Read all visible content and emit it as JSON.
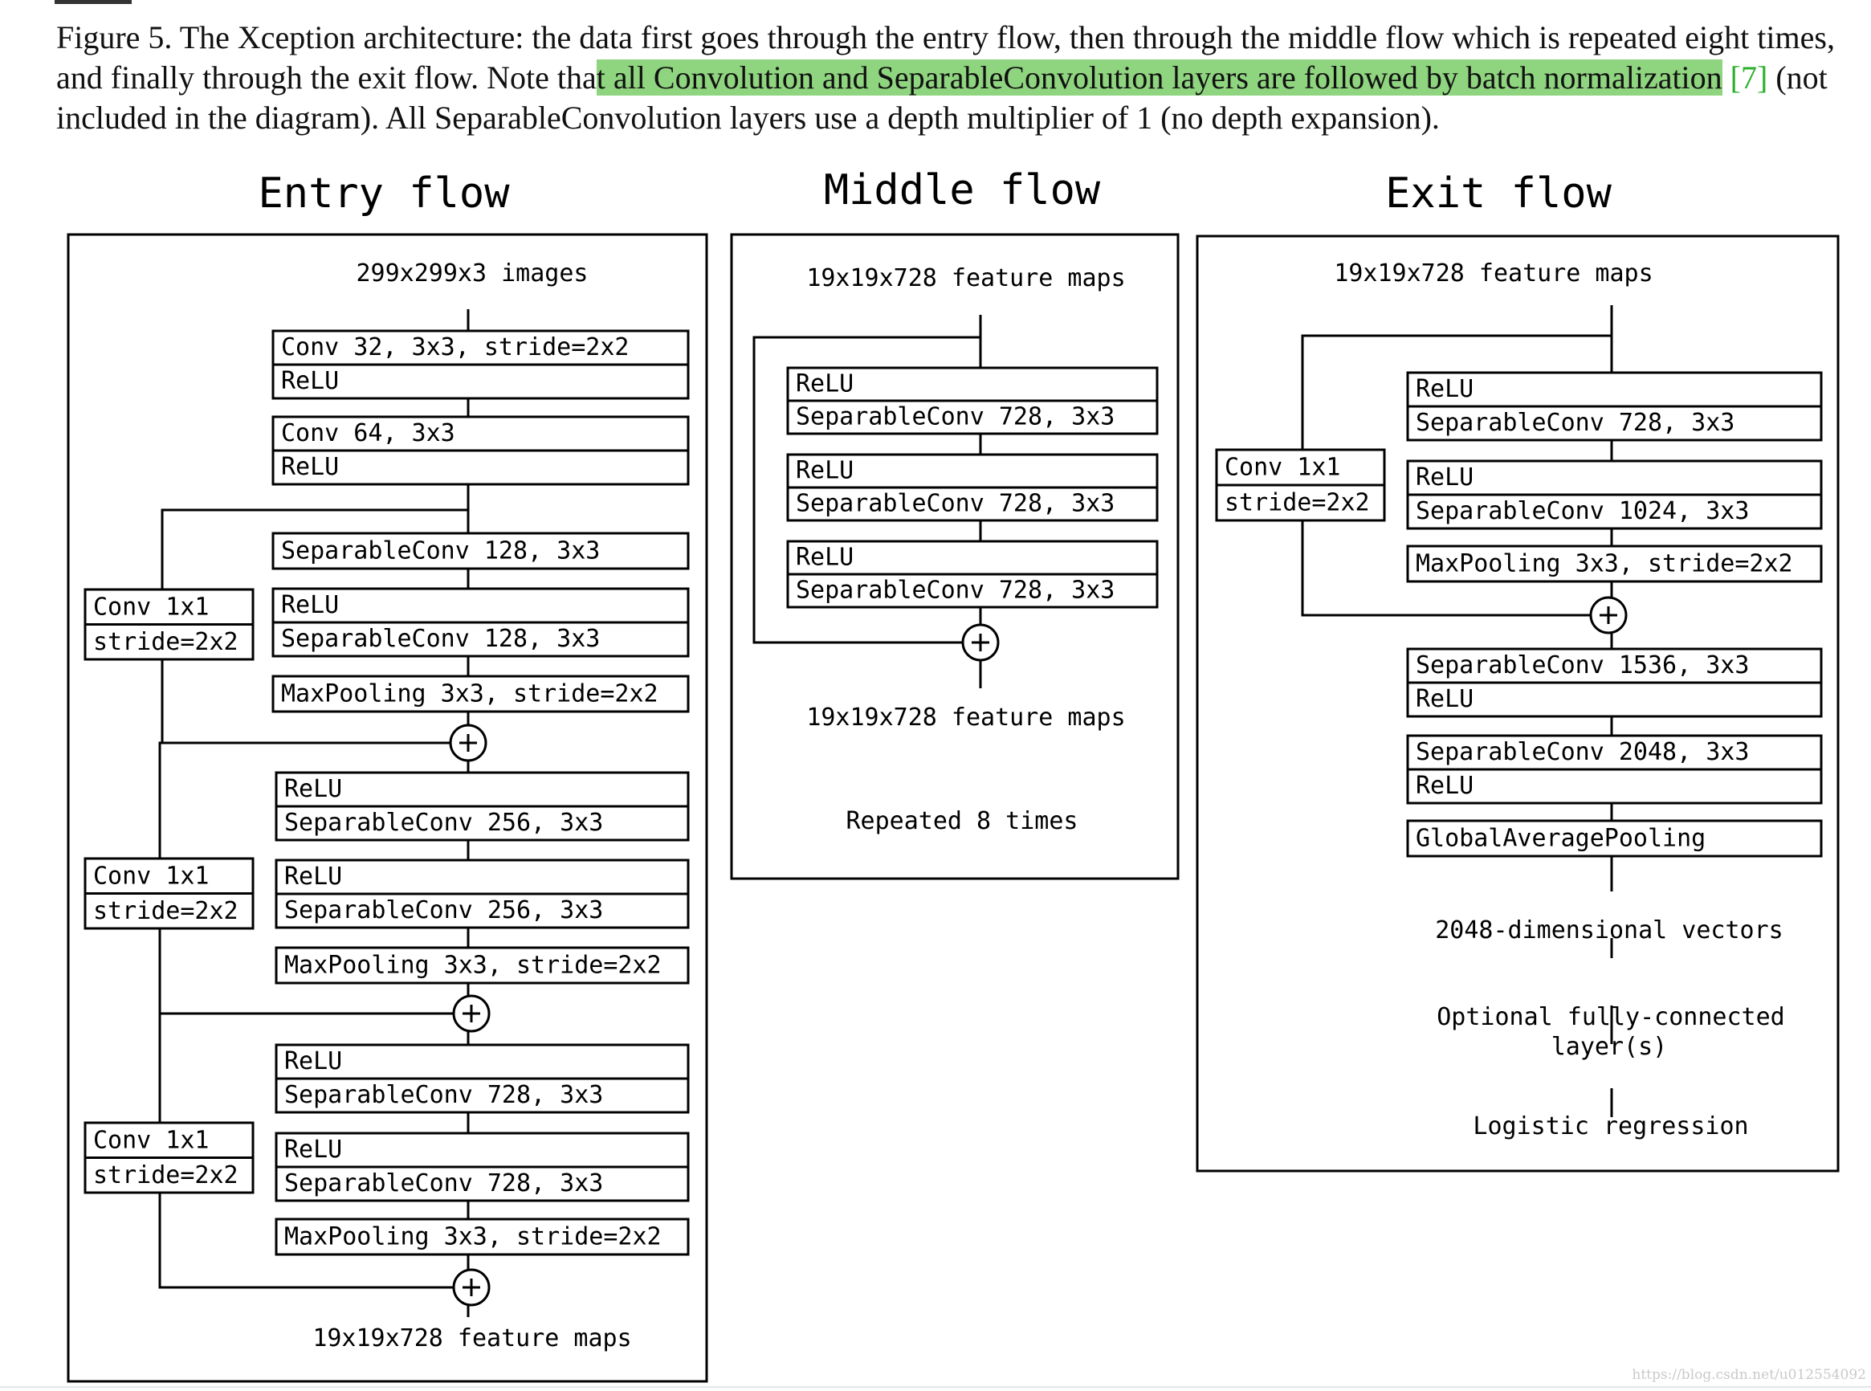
{
  "caption": {
    "pre": "Figure 5. The Xception architecture: the data first goes through the entry flow, then through the middle flow which is repeated eight times, and finally through the exit flow. Note tha",
    "highlight": "t all Convolution and SeparableConvolution layers are followed by batch normalization",
    "ref": "[7]",
    "post": " (not included in the diagram). All SeparableConvolution layers use a depth multiplier of 1 (no depth expansion)."
  },
  "entry": {
    "title": "Entry flow",
    "input": "299x299x3 images",
    "conv1": [
      "Conv 32, 3x3, stride=2x2",
      "ReLU"
    ],
    "conv2": [
      "Conv 64, 3x3",
      "ReLU"
    ],
    "sep128a": "SeparableConv 128, 3x3",
    "sep128b": [
      "ReLU",
      "SeparableConv 128, 3x3"
    ],
    "pool1": "MaxPooling 3x3, stride=2x2",
    "sep256a": [
      "ReLU",
      "SeparableConv 256, 3x3"
    ],
    "sep256b": [
      "ReLU",
      "SeparableConv 256, 3x3"
    ],
    "pool2": "MaxPooling 3x3, stride=2x2",
    "sep728a": [
      "ReLU",
      "SeparableConv 728, 3x3"
    ],
    "sep728b": [
      "ReLU",
      "SeparableConv 728, 3x3"
    ],
    "pool3": "MaxPooling 3x3, stride=2x2",
    "skip": [
      "Conv 1x1",
      "stride=2x2"
    ],
    "output": "19x19x728 feature maps"
  },
  "middle": {
    "title": "Middle flow",
    "input": "19x19x728 feature maps",
    "blocks": [
      [
        "ReLU",
        "SeparableConv 728, 3x3"
      ],
      [
        "ReLU",
        "SeparableConv 728, 3x3"
      ],
      [
        "ReLU",
        "SeparableConv 728, 3x3"
      ]
    ],
    "output": "19x19x728 feature maps",
    "repeat": "Repeated 8 times"
  },
  "exit": {
    "title": "Exit flow",
    "input": "19x19x728 feature maps",
    "sep728": [
      "ReLU",
      "SeparableConv 728, 3x3"
    ],
    "sep1024": [
      "ReLU",
      "SeparableConv 1024, 3x3"
    ],
    "pool": "MaxPooling 3x3, stride=2x2",
    "skip": [
      "Conv 1x1",
      "stride=2x2"
    ],
    "sep1536": [
      "SeparableConv 1536, 3x3",
      "ReLU"
    ],
    "sep2048": [
      "SeparableConv 2048, 3x3",
      "ReLU"
    ],
    "gap": "GlobalAveragePooling",
    "vectors": "2048-dimensional vectors",
    "fc": [
      "Optional fully-connected",
      "layer(s)"
    ],
    "logistic": "Logistic regression"
  },
  "watermark": "https://blog.csdn.net/u012554092"
}
